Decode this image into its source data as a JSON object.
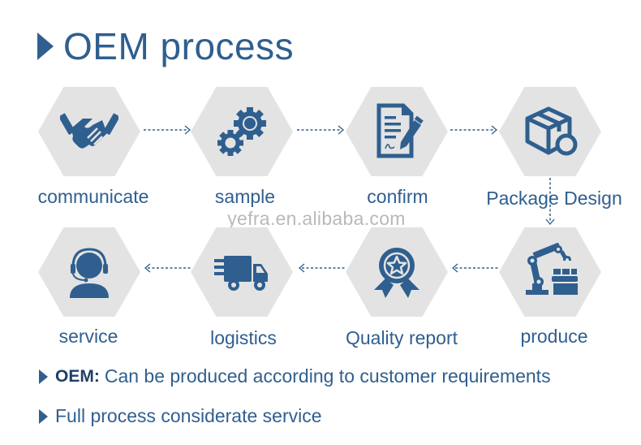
{
  "title": "OEM process",
  "accent_color": "#2f5f8f",
  "hex_color": "#e3e3e3",
  "watermark": "yefra.en.alibaba.com",
  "steps": [
    {
      "order": 1,
      "label": "communicate",
      "icon": "handshake-icon"
    },
    {
      "order": 2,
      "label": "sample",
      "icon": "gears-icon"
    },
    {
      "order": 3,
      "label": "confirm",
      "icon": "contract-sign-icon"
    },
    {
      "order": 4,
      "label": "Package Design",
      "icon": "package-box-icon"
    },
    {
      "order": 5,
      "label": "produce",
      "icon": "robot-arm-icon"
    },
    {
      "order": 6,
      "label": "Quality report",
      "icon": "award-badge-icon"
    },
    {
      "order": 7,
      "label": "logistics",
      "icon": "delivery-truck-icon"
    },
    {
      "order": 8,
      "label": "service",
      "icon": "headset-agent-icon"
    }
  ],
  "notes": [
    {
      "prefix": "OEM:",
      "text": "Can be produced according to customer requirements"
    },
    {
      "prefix": "",
      "text": "Full process considerate service"
    }
  ]
}
